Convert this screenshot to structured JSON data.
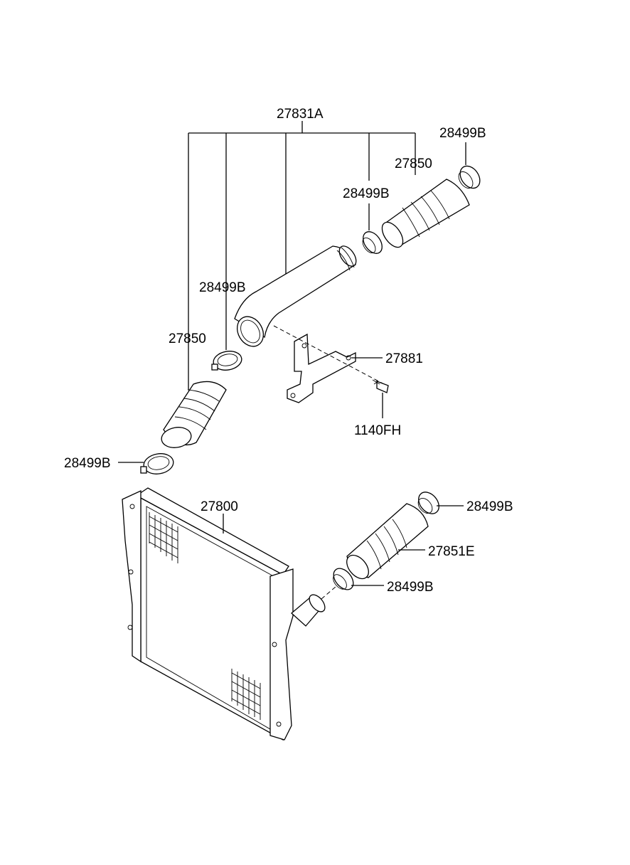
{
  "labels": {
    "assembly": "27831A",
    "clamp_top_right": "28499B",
    "hose_top_right": "27850",
    "clamp_upper_mid": "28499B",
    "clamp_left_upper": "28499B",
    "hose_left": "27850",
    "bracket": "27881",
    "bolt": "1140FH",
    "clamp_left_lower": "28499B",
    "intercooler": "27800",
    "clamp_right_upper": "28499B",
    "hose_right": "27851E",
    "clamp_right_lower": "28499B"
  }
}
